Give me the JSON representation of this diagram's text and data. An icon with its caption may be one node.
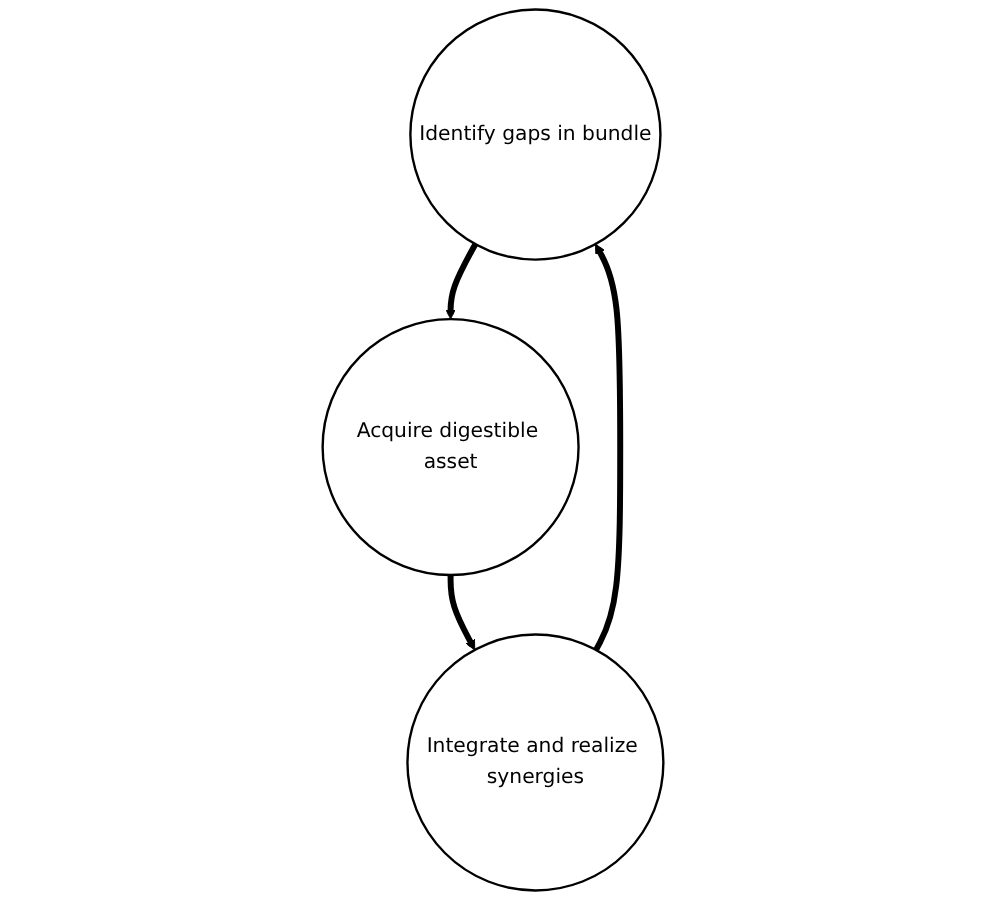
{
  "diagram": {
    "nodes": [
      {
        "text": [
          "Identify gaps in bundle"
        ]
      },
      {
        "text": [
          "Acquire digestible asset"
        ]
      },
      {
        "text": [
          "Integrate and realize synergies"
        ]
      }
    ],
    "edges": [
      {
        "from": 0,
        "to": 1,
        "arrow": "to"
      },
      {
        "from": 1,
        "to": 2,
        "arrow": "to"
      },
      {
        "from": 2,
        "to": 0,
        "arrow": "to"
      }
    ]
  }
}
